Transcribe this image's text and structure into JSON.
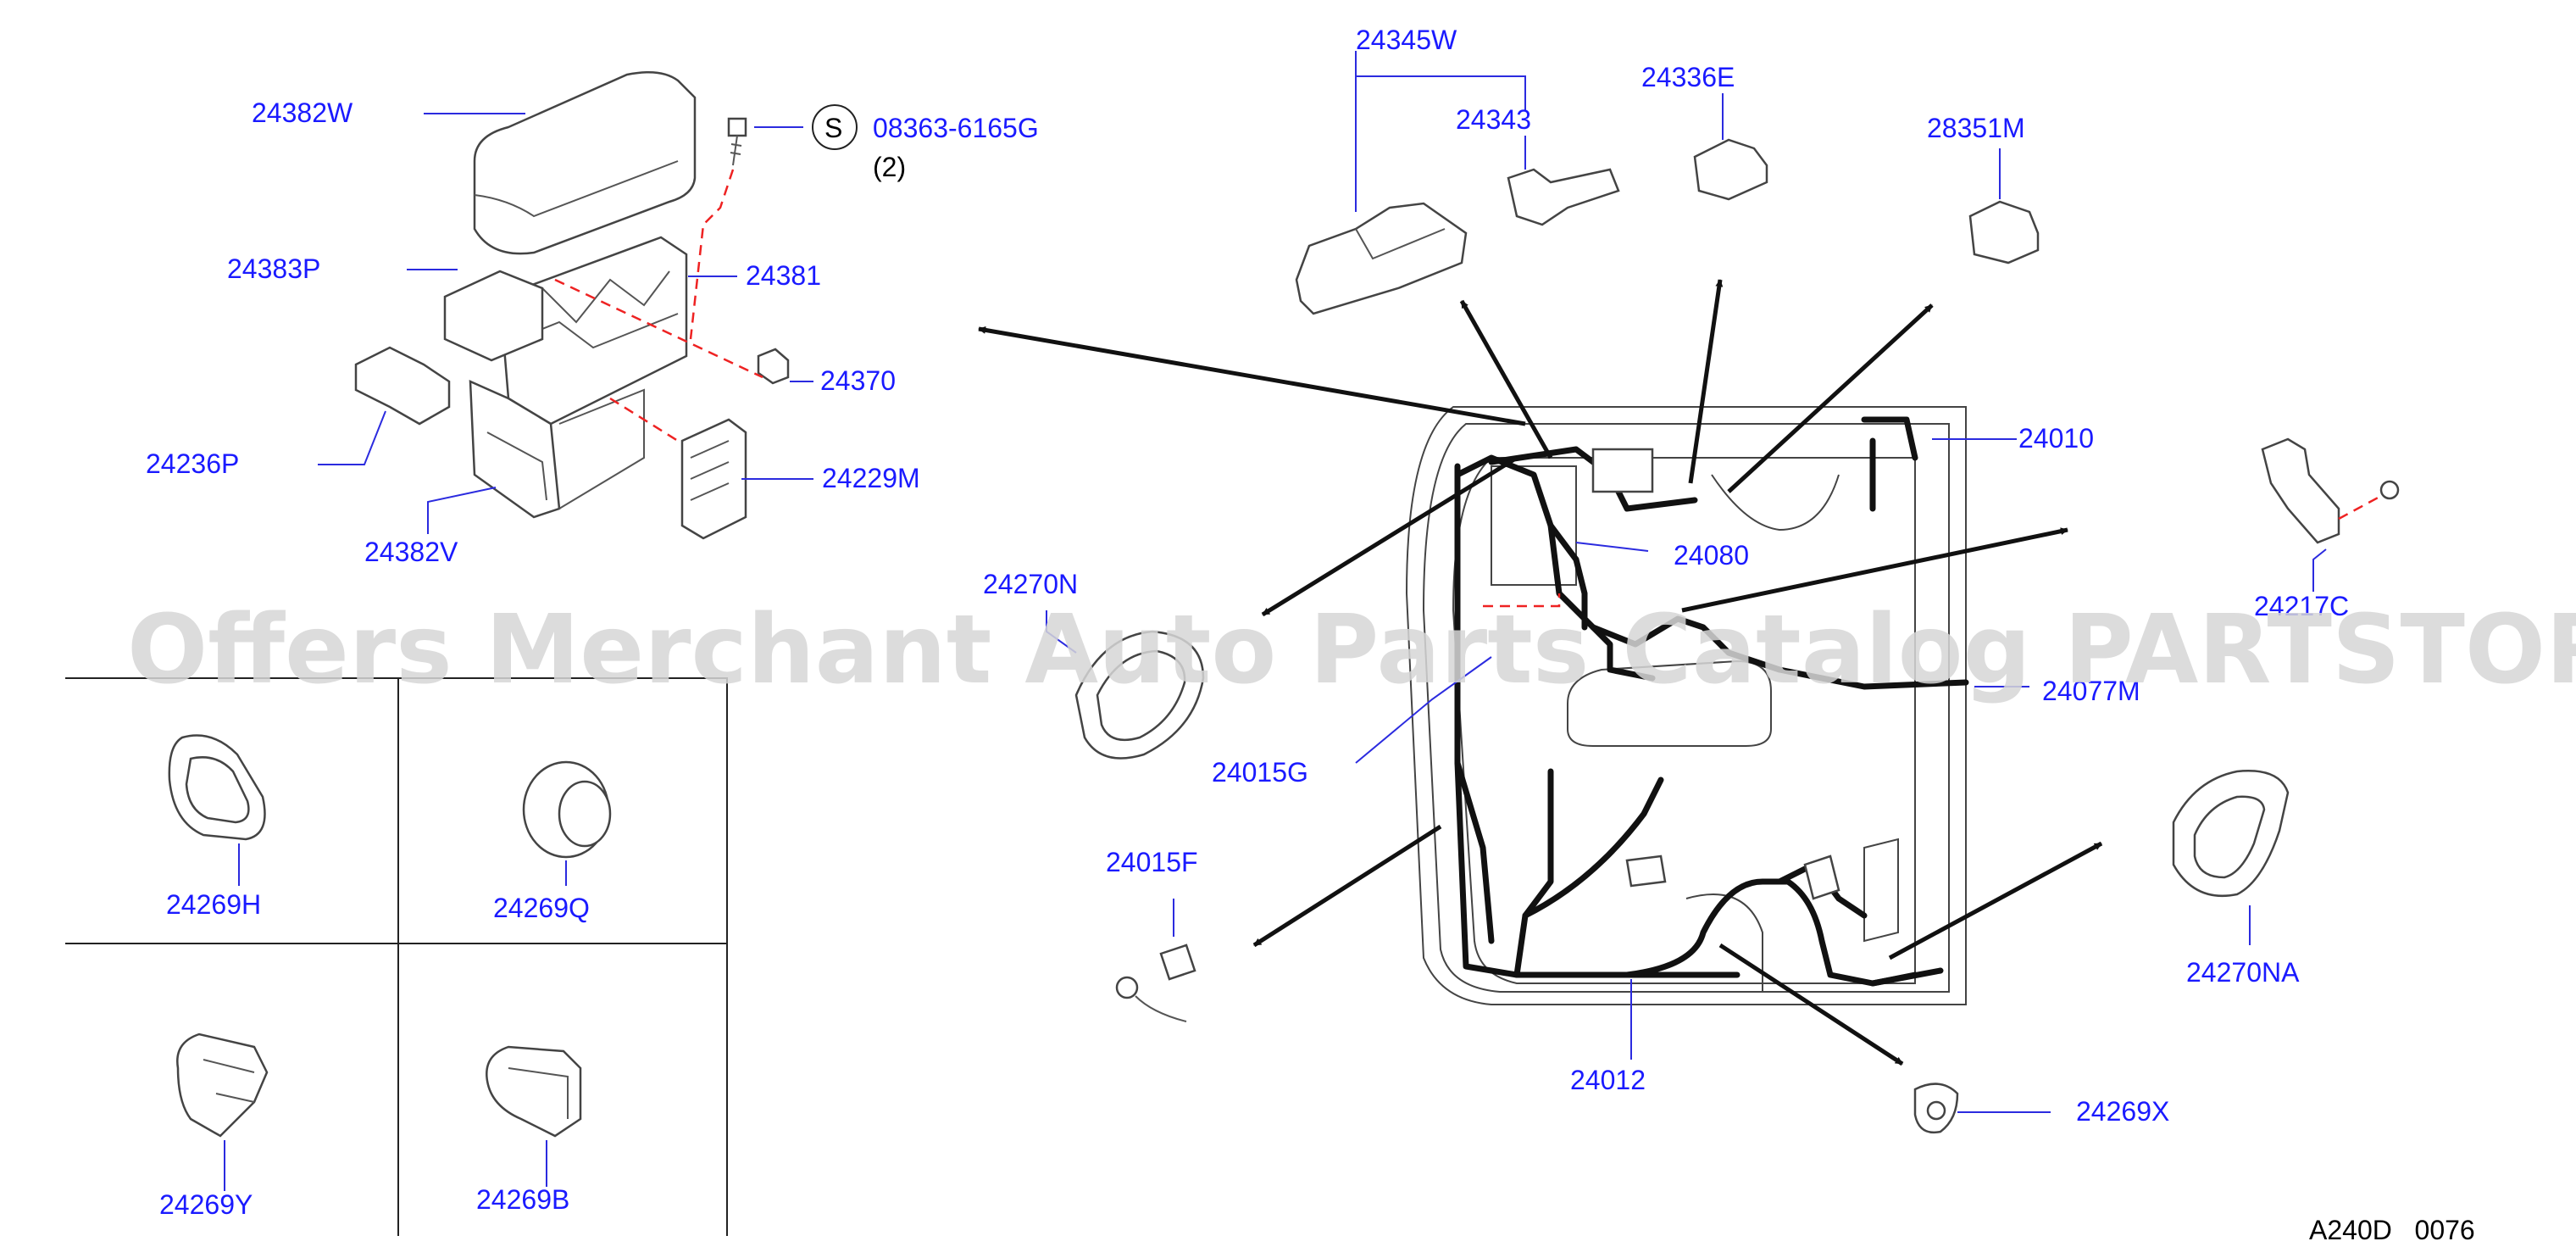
{
  "watermark": "Offers Merchant Auto Parts Catalog PARTSTORE.SA",
  "diagram_code": "A240D   0076",
  "screw_spec": {
    "symbol": "S",
    "part_no": "08363-6165G",
    "qty": "(2)"
  },
  "labels": {
    "p24382W": "24382W",
    "p24383P": "24383P",
    "p24381": "24381",
    "p24370": "24370",
    "p24236P": "24236P",
    "p24229M": "24229M",
    "p24382V": "24382V",
    "p24345W": "24345W",
    "p24343": "24343",
    "p24336E": "24336E",
    "p28351M": "28351M",
    "p24010": "24010",
    "p24080": "24080",
    "p24217C": "24217C",
    "p24270N": "24270N",
    "p24077M": "24077M",
    "p24015G": "24015G",
    "p24015F": "24015F",
    "p24270NA": "24270NA",
    "p24012": "24012",
    "p24269X": "24269X",
    "p24269H": "24269H",
    "p24269Q": "24269Q",
    "p24269Y": "24269Y",
    "p24269B": "24269B"
  },
  "colors": {
    "label": "#1a1aff",
    "harness": "#111111",
    "dashed_line": "#ee2222",
    "watermark": "#d7d7d7"
  }
}
